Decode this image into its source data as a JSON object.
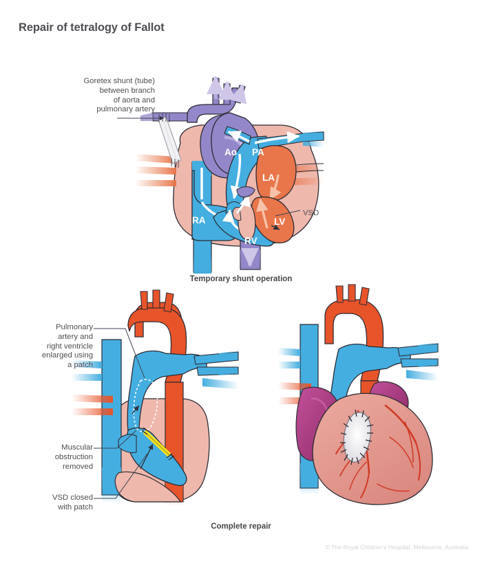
{
  "title": "Repair of tetralogy of Fallot",
  "copyright": "© The Royal Children's Hospital, Melbourne, Australia",
  "figures": {
    "top": {
      "caption": "Temporary shunt operation",
      "callouts": [
        {
          "id": "shunt",
          "text": "Goretex shunt (tube)\nbetween branch\nof aorta and\npulmonary artery"
        },
        {
          "id": "vsd",
          "text": "VSD"
        }
      ],
      "chamber_labels": [
        {
          "id": "ao",
          "text": "Ao"
        },
        {
          "id": "pa",
          "text": "PA"
        },
        {
          "id": "la",
          "text": "LA"
        },
        {
          "id": "ra",
          "text": "RA"
        },
        {
          "id": "rv",
          "text": "RV"
        },
        {
          "id": "lv",
          "text": "LV"
        }
      ]
    },
    "bottom": {
      "caption": "Complete repair",
      "callouts": [
        {
          "id": "patch",
          "text": "Pulmonary\nartery and\nright ventricle\nenlarged using\na patch"
        },
        {
          "id": "muscle",
          "text": "Muscular\nobstruction\nremoved"
        },
        {
          "id": "vsd_patch",
          "text": "VSD closed\nwith patch"
        }
      ]
    }
  },
  "colors": {
    "title_text": "#4d4d52",
    "body_text": "#4e4e53",
    "copyright_text": "#d3d3d6",
    "deoxygenated_blue": "#45aee0",
    "oxygenated_orange": "#e8764a",
    "mixed_purple": "#9387c9",
    "myocardium_pink": "#efb8ad",
    "aorta_red": "#e8542a",
    "atrium_magenta": "#b03a86",
    "heart_muscle_pink": "#e09389",
    "patch_yellow": "#f5e11e",
    "shunt_white": "#f2f2f4",
    "outline_dark": "#2b2b33",
    "background": "#ffffff"
  }
}
